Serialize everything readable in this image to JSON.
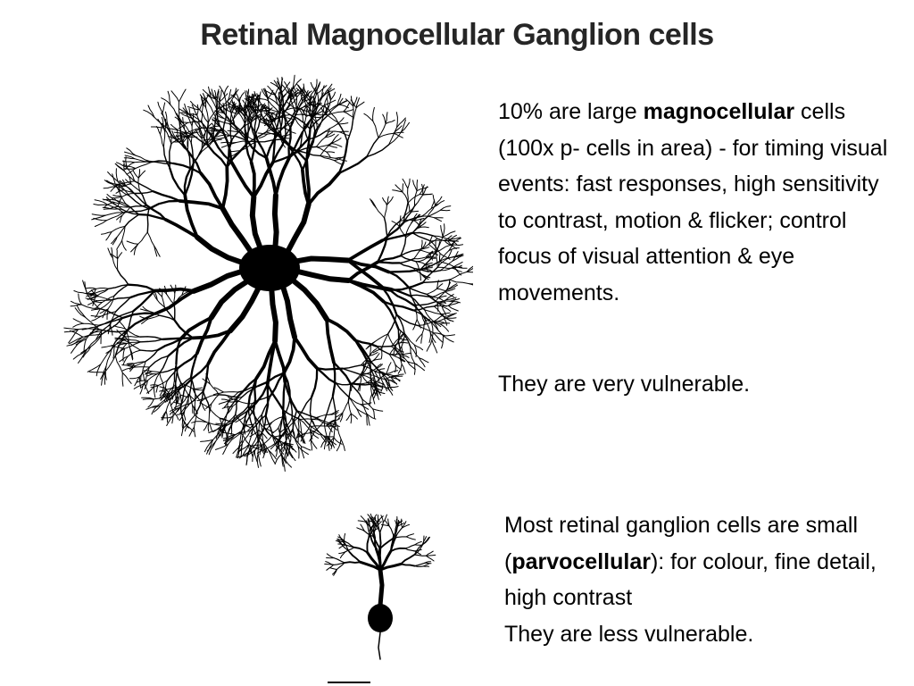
{
  "slide": {
    "title": "Retinal Magnocellular Ganglion cells",
    "magno_text": {
      "before": "10% are large ",
      "bold": "magnocellular",
      "after": " cells (100x p- cells in area) - for timing visual events: fast responses, high sensitivity to contrast, motion & flicker; control focus of visual attention & eye movements."
    },
    "magno_vulnerability": "They are very vulnerable.",
    "parvo_text": {
      "before": "Most retinal ganglion cells are small (",
      "bold": "parvocellular",
      "after": "): for colour, fine detail, high contrast"
    },
    "parvo_vulnerability": "They are less vulnerable."
  },
  "colors": {
    "title": "#262626",
    "text": "#000000",
    "ink": "#000000",
    "background": "#ffffff"
  }
}
